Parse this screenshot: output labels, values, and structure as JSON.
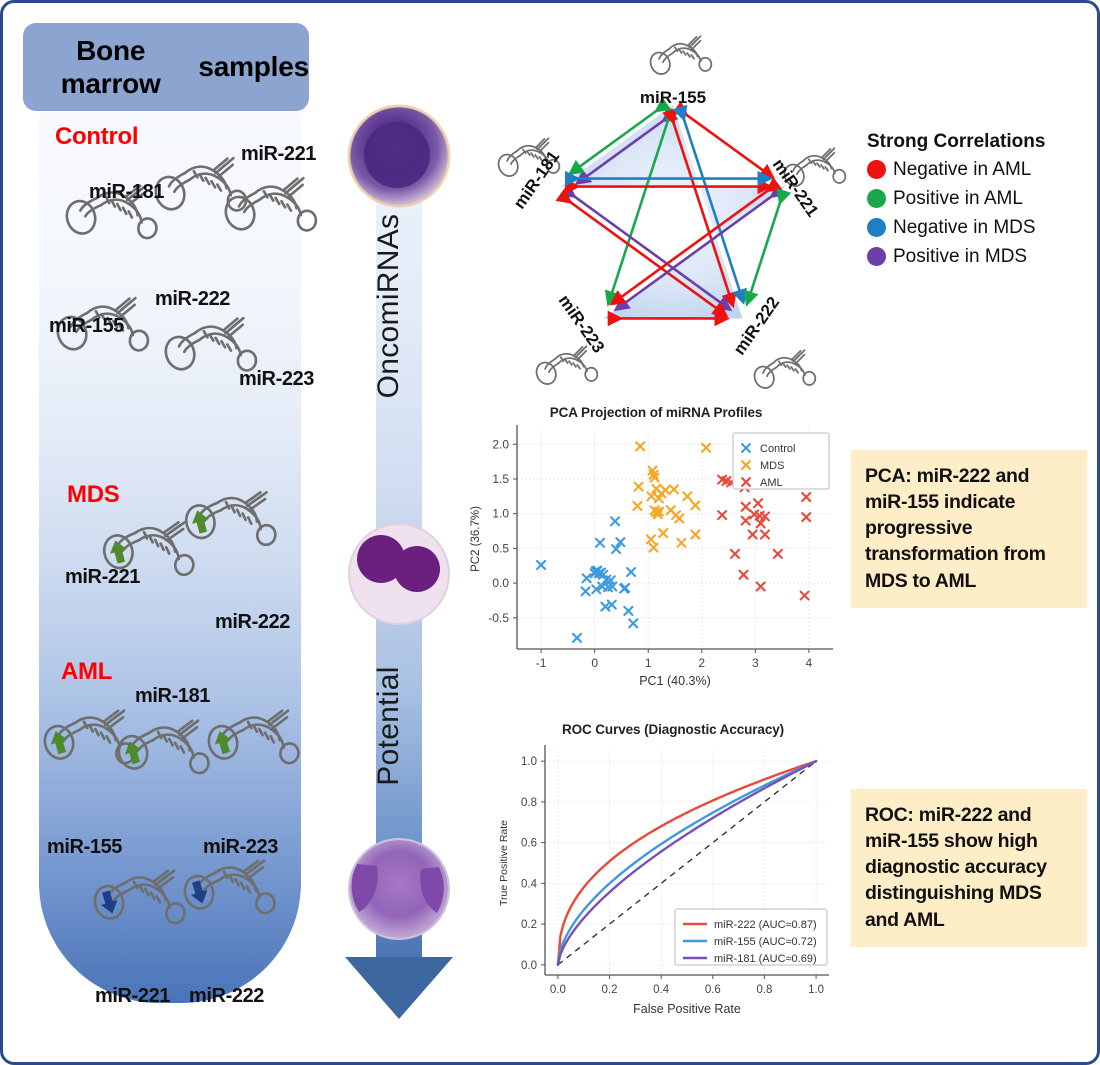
{
  "frame": {
    "border_color": "#2a4a8a"
  },
  "left_panel": {
    "header": "Bone marrow\nsamples",
    "header_bg": "#8ba5d0",
    "stages": [
      {
        "name": "control",
        "label": "Control",
        "color": "#ff0000"
      },
      {
        "name": "mds",
        "label": "MDS",
        "color": "#ff0000"
      },
      {
        "name": "aml",
        "label": "AML",
        "color": "#ff0000"
      }
    ],
    "control_mirnas": [
      "miR-181",
      "miR-221",
      "miR-155",
      "miR-222",
      "miR-223"
    ],
    "mds_mirnas": [
      "miR-221",
      "miR-222"
    ],
    "aml_mirnas": [
      "miR-181",
      "miR-155",
      "miR-223",
      "miR-221",
      "miR-222"
    ],
    "up_arrow_color": "#4e8b2b",
    "down_arrow_color": "#1f3f86"
  },
  "center": {
    "top_label": "OncomiRNAs",
    "bottom_label": "Potential",
    "arrow_color": "#3d679f"
  },
  "network": {
    "nodes": [
      "miR-155",
      "miR-181",
      "miR-221",
      "miR-223",
      "miR-222"
    ],
    "legend_title": "Strong Correlations",
    "legend": [
      {
        "label": "Negative in AML",
        "color": "#ee1111"
      },
      {
        "label": "Positive in AML",
        "color": "#18a84a"
      },
      {
        "label": "Negative in MDS",
        "color": "#1f7fc4"
      },
      {
        "label": "Positive in MDS",
        "color": "#6b3fa8"
      }
    ]
  },
  "notes": {
    "pca": "PCA: miR-222 and miR-155 indicate progressive transformation from MDS to AML",
    "roc": "ROC: miR-222 and miR-155 show high diagnostic accuracy distinguishing MDS and AML"
  },
  "chart_data": [
    {
      "type": "scatter",
      "name": "pca",
      "title": "PCA Projection of miRNA Profiles",
      "xlabel": "PC1 (40.3%)",
      "ylabel": "PC2 (36.7%)",
      "xlim": [
        -1.45,
        4.45
      ],
      "ylim": [
        -0.95,
        2.22
      ],
      "xticks": [
        -1,
        0,
        1,
        2,
        3,
        4
      ],
      "xticklabels": [
        "-1",
        "0",
        "1",
        "2",
        "3",
        "4"
      ],
      "yticks": [
        -0.5,
        0.0,
        0.5,
        1.0,
        1.5,
        2.0
      ],
      "yticklabels": [
        "-0.5",
        "0.0",
        "0.5",
        "1.0",
        "1.5",
        "2.0"
      ],
      "grid": true,
      "marker": "x",
      "legend_position": "upper right",
      "series": [
        {
          "name": "Control",
          "color": "#3d9ae0",
          "points": [
            [
              -1.0,
              0.26
            ],
            [
              -0.33,
              -0.79
            ],
            [
              -0.15,
              0.07
            ],
            [
              -0.17,
              -0.12
            ],
            [
              0.0,
              0.14
            ],
            [
              0.02,
              0.17
            ],
            [
              0.05,
              0.18
            ],
            [
              0.03,
              -0.09
            ],
            [
              0.08,
              0.14
            ],
            [
              0.12,
              0.15
            ],
            [
              0.16,
              0.12
            ],
            [
              0.14,
              -0.05
            ],
            [
              0.22,
              0.05
            ],
            [
              0.25,
              -0.06
            ],
            [
              0.3,
              0.04
            ],
            [
              0.33,
              -0.05
            ],
            [
              0.2,
              -0.34
            ],
            [
              0.32,
              -0.31
            ],
            [
              0.38,
              0.89
            ],
            [
              0.1,
              0.58
            ],
            [
              0.4,
              0.49
            ],
            [
              0.48,
              0.59
            ],
            [
              0.55,
              -0.08
            ],
            [
              0.57,
              -0.07
            ],
            [
              0.68,
              0.16
            ],
            [
              0.63,
              -0.4
            ],
            [
              0.72,
              -0.58
            ]
          ]
        },
        {
          "name": "MDS",
          "color": "#f5a623",
          "points": [
            [
              0.85,
              1.97
            ],
            [
              2.08,
              1.95
            ],
            [
              0.82,
              1.39
            ],
            [
              0.8,
              1.11
            ],
            [
              1.08,
              1.62
            ],
            [
              1.1,
              1.56
            ],
            [
              1.12,
              1.52
            ],
            [
              1.06,
              1.25
            ],
            [
              1.15,
              1.36
            ],
            [
              1.2,
              1.22
            ],
            [
              1.25,
              1.29
            ],
            [
              1.32,
              1.34
            ],
            [
              1.48,
              1.35
            ],
            [
              1.73,
              1.25
            ],
            [
              1.88,
              1.12
            ],
            [
              1.12,
              1.05
            ],
            [
              1.15,
              1.02
            ],
            [
              1.2,
              1.03
            ],
            [
              1.18,
              0.99
            ],
            [
              1.42,
              1.05
            ],
            [
              1.52,
              0.98
            ],
            [
              1.58,
              0.93
            ],
            [
              1.05,
              0.63
            ],
            [
              1.1,
              0.51
            ],
            [
              1.28,
              0.72
            ],
            [
              1.62,
              0.58
            ],
            [
              1.88,
              0.7
            ]
          ]
        },
        {
          "name": "AML",
          "color": "#e8493a",
          "points": [
            [
              2.38,
              1.49
            ],
            [
              2.46,
              1.47
            ],
            [
              2.55,
              1.45
            ],
            [
              2.72,
              1.43
            ],
            [
              2.8,
              1.38
            ],
            [
              3.02,
              1.51
            ],
            [
              3.95,
              1.24
            ],
            [
              2.38,
              0.98
            ],
            [
              2.82,
              1.1
            ],
            [
              3.05,
              1.15
            ],
            [
              2.82,
              0.9
            ],
            [
              2.98,
              0.99
            ],
            [
              3.08,
              0.97
            ],
            [
              3.18,
              0.96
            ],
            [
              3.1,
              0.86
            ],
            [
              3.95,
              0.95
            ],
            [
              2.95,
              0.7
            ],
            [
              3.18,
              0.7
            ],
            [
              2.62,
              0.42
            ],
            [
              3.42,
              0.42
            ],
            [
              2.78,
              0.12
            ],
            [
              3.1,
              -0.05
            ],
            [
              3.92,
              -0.18
            ]
          ]
        }
      ]
    },
    {
      "type": "line",
      "name": "roc",
      "title": "ROC Curves (Diagnostic Accuracy)",
      "xlabel": "False Positive Rate",
      "ylabel": "True Positive Rate",
      "xlim": [
        -0.05,
        1.05
      ],
      "ylim": [
        -0.05,
        1.05
      ],
      "xticks": [
        0.0,
        0.2,
        0.4,
        0.6,
        0.8,
        1.0
      ],
      "xticklabels": [
        "0.0",
        "0.2",
        "0.4",
        "0.6",
        "0.8",
        "1.0"
      ],
      "yticks": [
        0.0,
        0.2,
        0.4,
        0.6,
        0.8,
        1.0
      ],
      "yticklabels": [
        "0.0",
        "0.2",
        "0.4",
        "0.6",
        "0.8",
        "1.0"
      ],
      "grid": true,
      "legend_position": "lower right",
      "diagonal_reference": {
        "style": "dashed",
        "color": "#333333"
      },
      "series": [
        {
          "name": "miR-222 (AUC≈0.87)",
          "color": "#e8493a",
          "auc": 0.87,
          "exponent": 0.42
        },
        {
          "name": "miR-155 (AUC≈0.72)",
          "color": "#3d9ae0",
          "auc": 0.72,
          "exponent": 0.57
        },
        {
          "name": "miR-181 (AUC≈0.69)",
          "color": "#7c4fb8",
          "auc": 0.69,
          "exponent": 0.64
        }
      ]
    }
  ]
}
